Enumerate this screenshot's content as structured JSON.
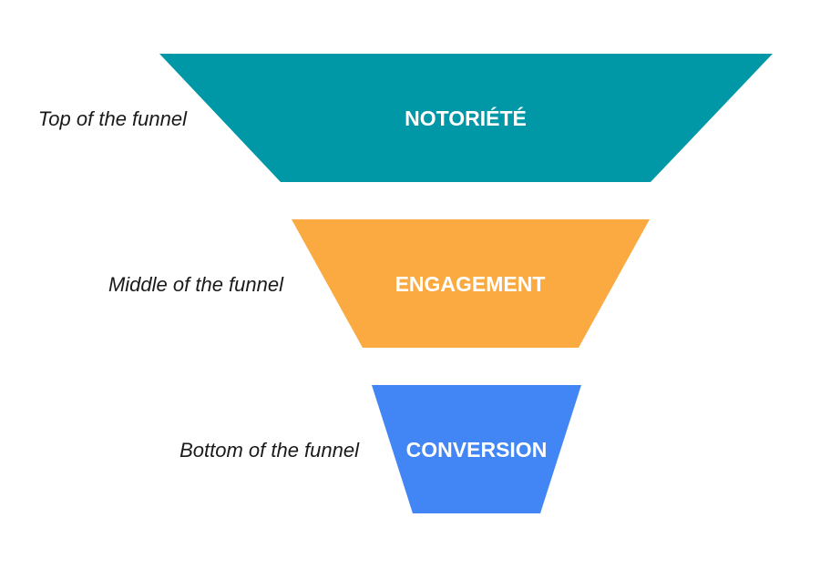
{
  "funnel": {
    "stages": [
      {
        "name": "NOTORIÉTÉ",
        "side_label": "Top of the funnel",
        "color": "#0097A7"
      },
      {
        "name": "ENGAGEMENT",
        "side_label": "Middle of the funnel",
        "color": "#FBA941"
      },
      {
        "name": "CONVERSION",
        "side_label": "Bottom of the funnel",
        "color": "#4285F4"
      }
    ]
  }
}
